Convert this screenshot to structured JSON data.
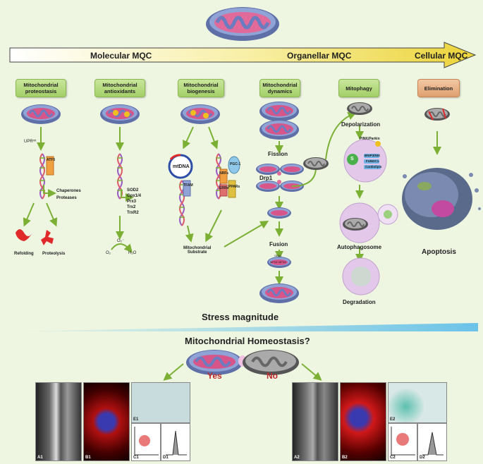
{
  "scale": {
    "molecular": "Molecular MQC",
    "organellar": "Organellar MQC",
    "cellular": "Cellular MQC"
  },
  "boxes": {
    "proteostasis": [
      "Mitochondrial",
      "proteostasis"
    ],
    "antioxidants": [
      "Mitochondrial",
      "antioxidants"
    ],
    "biogenesis": [
      "Mitochondrial",
      "biogenesis"
    ],
    "dynamics": [
      "Mitochondrial",
      "dynamics"
    ],
    "mitophagy": "Mitophagy",
    "elimination": "Elimination"
  },
  "proteostasis": {
    "uprmt": "UPRᵐᵗ",
    "atf5": "ATF5",
    "chaperones": "Chaperones",
    "proteases": "Proteases",
    "refolding": "Refolding",
    "proteolysis": "Proteolysis"
  },
  "antioxidants": {
    "list": [
      "SOD2",
      "Gpx1/4",
      "Prx3",
      "Trx2",
      "TrxR2"
    ],
    "superoxide": "O₂⁻",
    "o2": "O₂",
    "h2o": "H₂O"
  },
  "biogenesis": {
    "mtdna": "mtDNA",
    "tfam": "TFAM",
    "nrfs": "NRFs",
    "errs": "ERRs",
    "pgc": "PGC-1",
    "ppars": "PPARs",
    "substrate": [
      "Mitochondrial",
      "Substrate"
    ]
  },
  "dynamics": {
    "fission": "Fission",
    "drp1": "Drp1",
    "fusion": "Fusion",
    "opa1": "OPA1",
    "mfn": "MFN1 MFN2"
  },
  "mitophagy": {
    "depolarization": "Depolarization",
    "pink": "PINK/Parkin",
    "s": "S",
    "bnip": "BNIP3/NIX",
    "fundc1": "FUNDC1",
    "cardiolipin": "Cardiolipin",
    "autophagosome": "Autophagosome",
    "degradation": "Degradation"
  },
  "elimination": {
    "apoptosis": "Apoptosis"
  },
  "stress": "Stress magnitude",
  "homeostasis": {
    "title": "Mitochondrial Homeostasis?",
    "yes": "Yes",
    "no": "No"
  },
  "panels": {
    "a1": "A1",
    "b1": "B1",
    "e1": "E1",
    "c1": "C1",
    "d1": "D1",
    "a2": "A2",
    "b2": "B2",
    "e2": "E2",
    "c2": "C2",
    "d2": "D2"
  },
  "colors": {
    "arrow": "#7bb035",
    "yes": "#c0282a",
    "no": "#c0282a",
    "stress": "#6bc3e8"
  }
}
